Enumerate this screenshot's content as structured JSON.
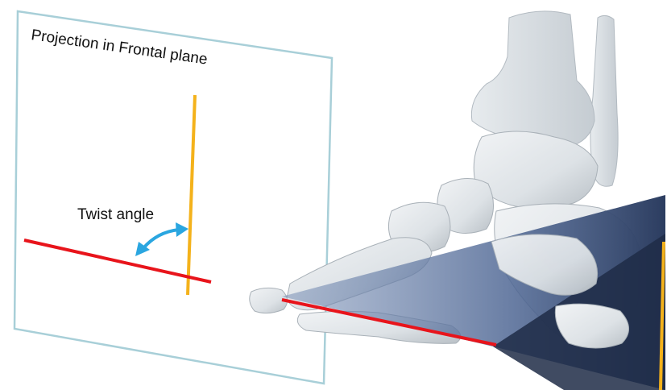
{
  "figure": {
    "plane_title": "Projection in Frontal plane",
    "angle_label": "Twist angle"
  },
  "colors": {
    "plane_border": "#a8cfd8",
    "vertical_axis": "#f4b21b",
    "horizontal_axis": "#e8141b",
    "angle_arrow": "#2aa6e0",
    "bone": "#dfe3e6",
    "bone_shadow": "#b6bdc3",
    "section_plane": "#3f5680"
  },
  "icons": {
    "angle_arrow": "double-headed-curved-arrow",
    "foot_model": "foot-skeleton-3d"
  }
}
